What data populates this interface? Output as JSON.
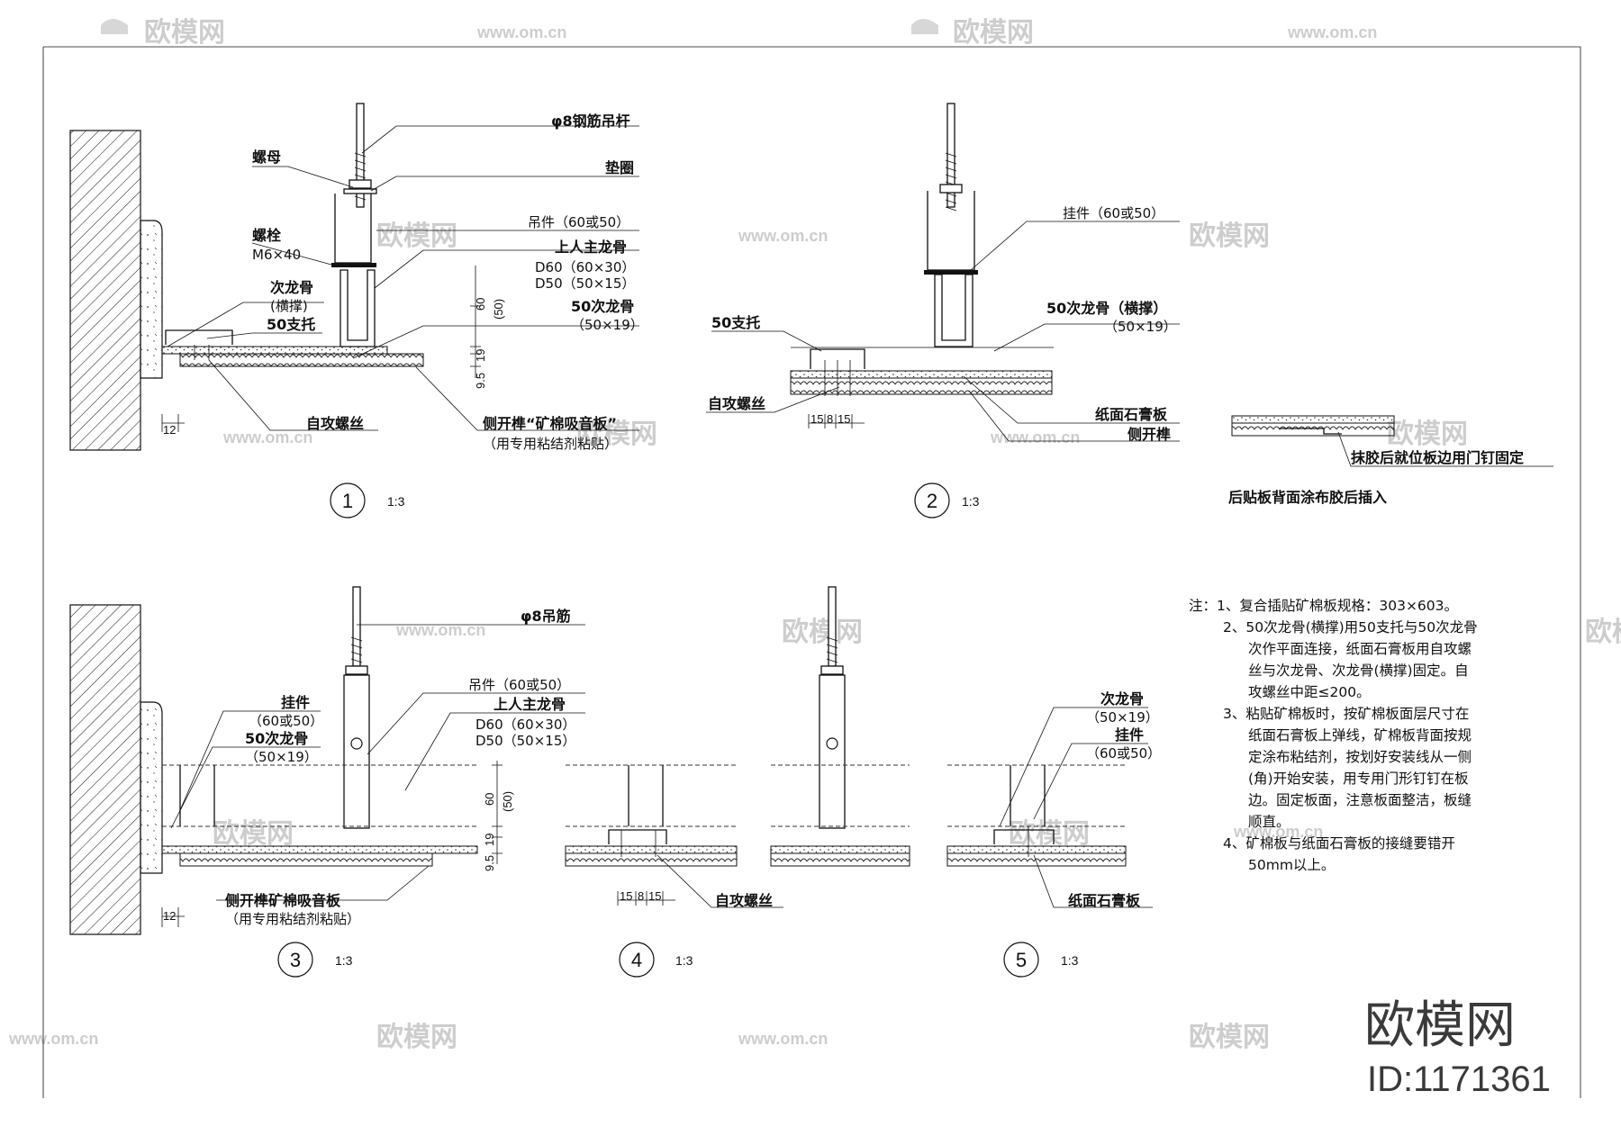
{
  "detail1": {
    "rod": "φ8钢筋吊杆",
    "nut": "螺母",
    "washer": "垫圈",
    "bolt": "螺栓",
    "bolt_size": "M6×40",
    "hanger": "吊件（60或50）",
    "main_keel": "上人主龙骨",
    "d60": "D60（60×30）",
    "d50": "D50（50×15）",
    "sub_keel": "次龙骨",
    "sub_keel_2": "(横撑)",
    "support": "50支托",
    "keel50": "50次龙骨",
    "keel50_size": "（50×19）",
    "screw": "自攻螺丝",
    "board": "侧开榫“矿棉吸音板”",
    "board_note": "（用专用粘结剂粘贴）",
    "dim_60": "60",
    "dim_50": "(50)",
    "dim_19": "19",
    "dim_95": "9.5",
    "dim_12": "12",
    "number": "1",
    "scale": "1:3"
  },
  "detail2": {
    "hanger": "挂件（60或50）",
    "support": "50支托",
    "keel50": "50次龙骨（横撑）",
    "keel50_size": "（50×19）",
    "screw": "自攻螺丝",
    "gypsum": "纸面石膏板",
    "tenon": "侧开榫",
    "dim_15a": "15",
    "dim_8": "8",
    "dim_15b": "15",
    "number": "2",
    "scale": "1:3"
  },
  "inset": {
    "fix": "抹胶后就位板边用门钉固定",
    "caption": "后贴板背面涂布胶后插入"
  },
  "detail3": {
    "rod": "φ8吊筋",
    "hanger": "吊件（60或50）",
    "main_keel": "上人主龙骨",
    "d60": "D60（60×30）",
    "d50": "D50（50×15）",
    "pendant": "挂件",
    "pendant_size": "（60或50）",
    "keel50": "50次龙骨",
    "keel50_size": "（50×19）",
    "board": "侧开榫矿棉吸音板",
    "board_note": "（用专用粘结剂粘贴）",
    "dim_60": "60",
    "dim_50": "(50)",
    "dim_19": "19",
    "dim_95": "9.5",
    "dim_12": "12",
    "number": "3",
    "scale": "1:3"
  },
  "detail4": {
    "screw": "自攻螺丝",
    "dim_15a": "15",
    "dim_8": "8",
    "dim_15b": "15",
    "number": "4",
    "scale": "1:3"
  },
  "detail5": {
    "sub_keel": "次龙骨",
    "sub_keel_size": "（50×19）",
    "pendant": "挂件",
    "pendant_size": "（60或50）",
    "gypsum": "纸面石膏板",
    "number": "5",
    "scale": "1:3"
  },
  "notes": [
    "注：1、复合插贴矿棉板规格：303×603。",
    "2、50次龙骨(横撑)用50支托与50次龙骨",
    "次作平面连接，纸面石膏板用自攻螺",
    "丝与次龙骨、次龙骨(横撑)固定。自",
    "攻螺丝中距≤200。",
    "3、粘贴矿棉板时，按矿棉板面层尺寸在",
    "纸面石膏板上弹线，矿棉板背面按规",
    "定涂布粘结剂，按划好安装线从一侧",
    "(角)开始安装，用专用门形钉钉在板",
    "边。固定板面，注意板面整洁，板缝",
    "顺直。",
    "4、矿棉板与纸面石膏板的接缝要错开",
    "50mm以上。"
  ],
  "watermark": {
    "brand": "欧模网",
    "url": "www.om.cn",
    "id": "ID:1171361"
  }
}
